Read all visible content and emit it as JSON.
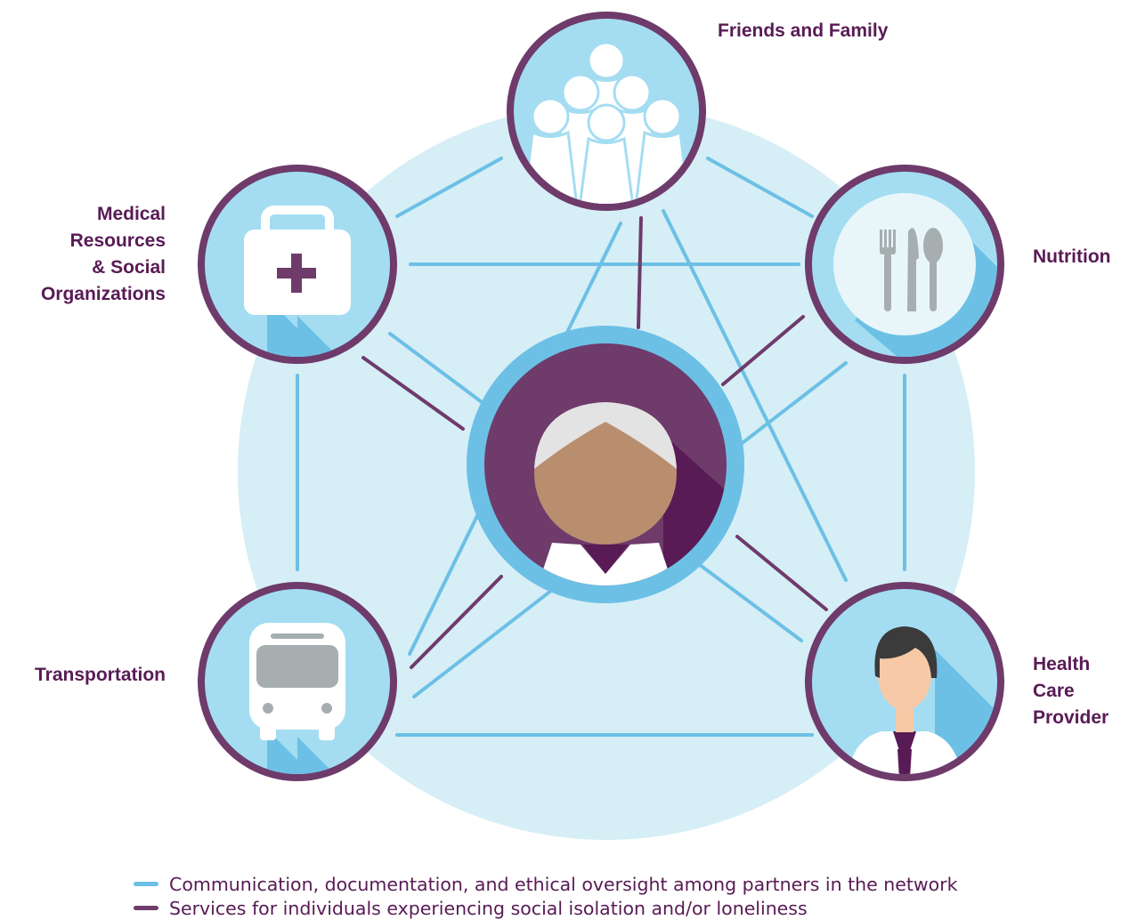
{
  "nodes": {
    "friends_family": [
      "Friends and Family"
    ],
    "medical": [
      "Medical",
      "Resources",
      "& Social",
      "Organizations"
    ],
    "nutrition": [
      "Nutrition"
    ],
    "transportation": [
      "Transportation"
    ],
    "health_care": [
      "Health",
      "Care",
      "Provider"
    ]
  },
  "legend": [
    {
      "label": "Communication, documentation, and ethical oversight among partners in the network",
      "color": "#6cc0e5"
    },
    {
      "label": "Services for individuals experiencing social isolation and/or loneliness",
      "color": "#6e3b6b"
    }
  ],
  "colors": {
    "light_blue": "#6cc0e5",
    "pale_blue": "#d6eef6",
    "purple": "#6e3b6b",
    "dark_purple": "#581b55",
    "gray": "#a6aeb0"
  },
  "icons": {
    "center": "older-person-icon",
    "friends_family": "people-group-icon",
    "medical": "first-aid-kit-icon",
    "nutrition": "cutlery-plate-icon",
    "transportation": "bus-icon",
    "health_care": "doctor-icon"
  }
}
